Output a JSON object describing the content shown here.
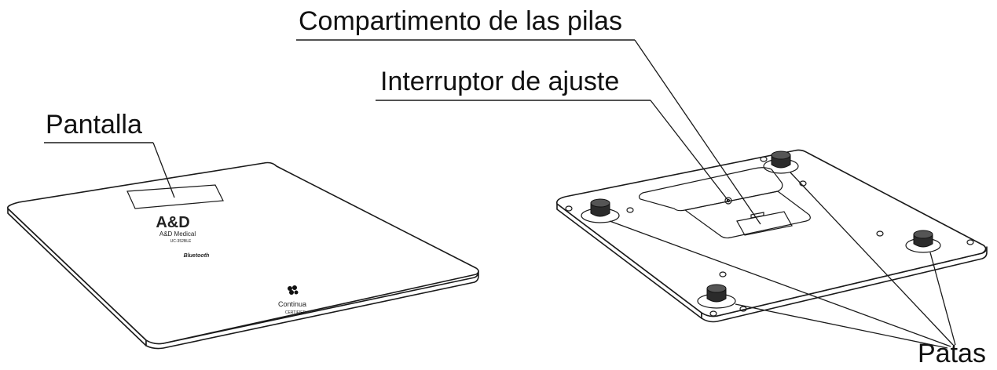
{
  "labels": {
    "battery": "Compartimento de las pilas",
    "switch": "Interruptor de ajuste",
    "display": "Pantalla",
    "feet": "Patas"
  },
  "scale_marks": {
    "brand": "A&D",
    "brand_sub": "A&D Medical",
    "model": "UC-352BLE",
    "bluetooth": "Bluetooth",
    "continua": "Continua",
    "continua_sub": "CERTIFIED"
  }
}
